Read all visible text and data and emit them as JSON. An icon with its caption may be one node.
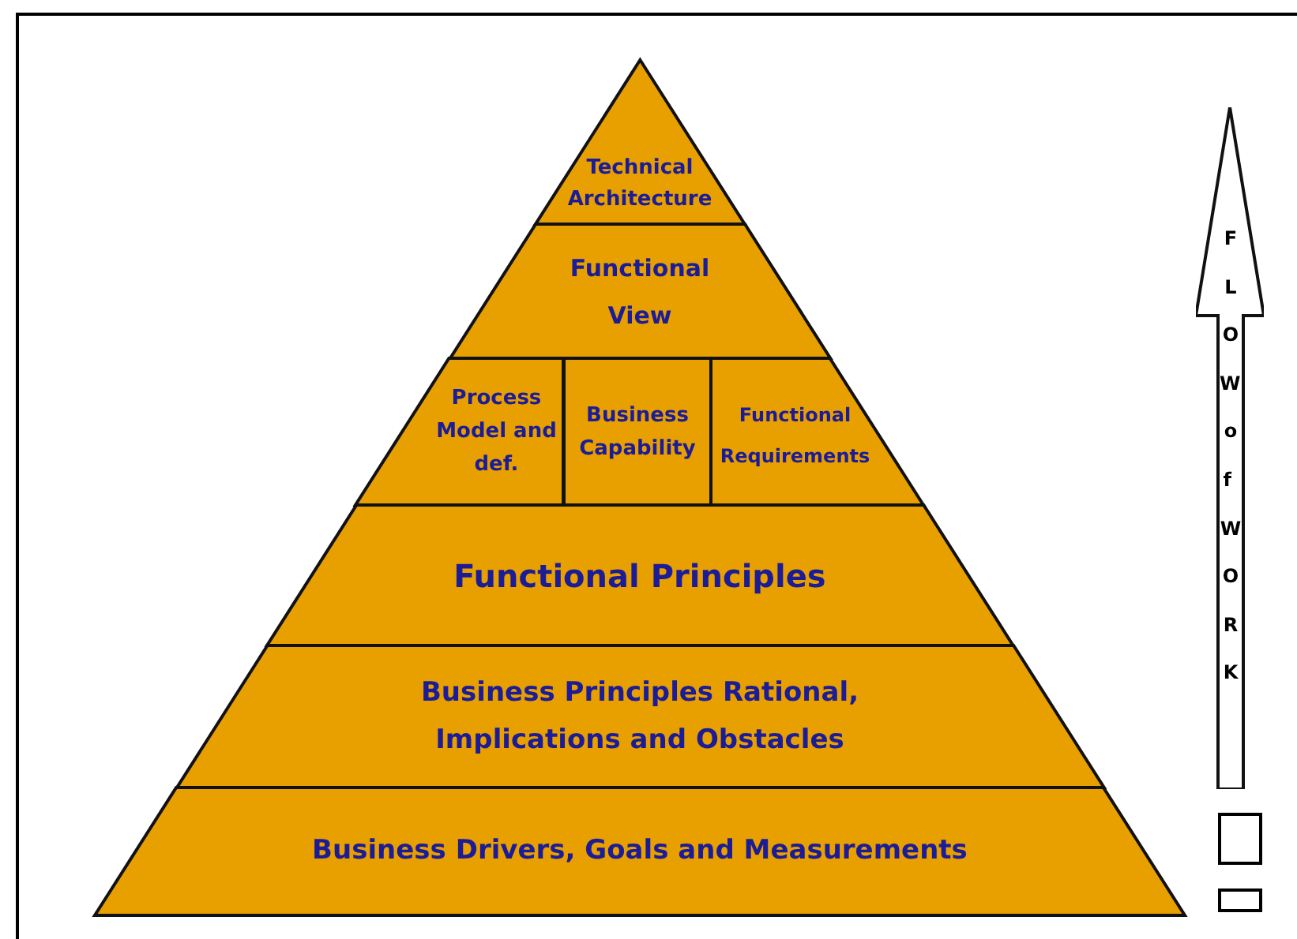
{
  "diagram": {
    "nodes": [
      {
        "text": [
          "Technical Architecture"
        ]
      },
      {
        "text": [
          "Functional View"
        ]
      },
      {
        "text": [
          "Process Model and def."
        ]
      },
      {
        "text": [
          "Business Capability"
        ]
      },
      {
        "text": [
          "Functional Requirements"
        ]
      },
      {
        "text": [
          "Functional Principles"
        ]
      },
      {
        "text": [
          "Business Principles Rational, Implications and Obstacles"
        ]
      },
      {
        "text": [
          "Business Drivers, Goals and Measurements"
        ]
      },
      {
        "text": [
          "FLOW of WORK"
        ]
      },
      {
        "text": [],
        "shape": "box"
      },
      {
        "text": [],
        "shape": "box"
      }
    ]
  }
}
